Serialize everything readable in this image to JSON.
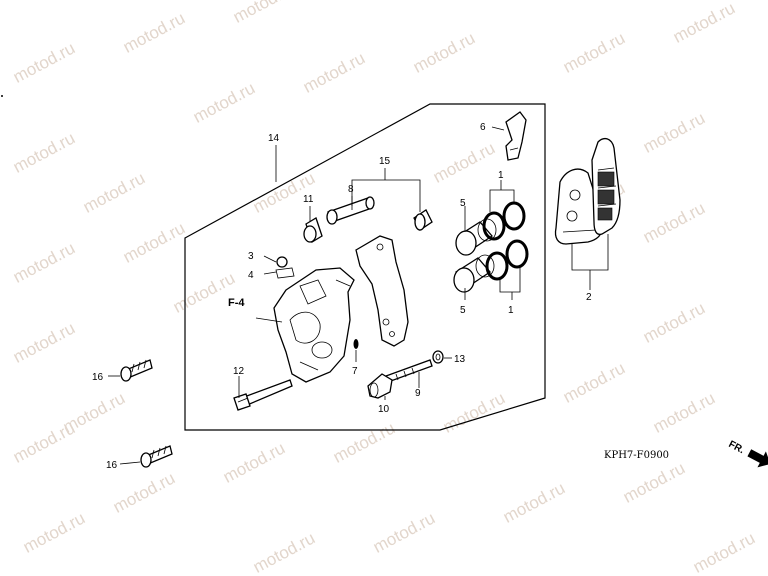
{
  "watermark": "motod.ru",
  "diagram_code": "KPH7-F0900",
  "fr_label": "FR.",
  "ref_label": "F-4",
  "callouts": {
    "n1a": "1",
    "n1b": "1",
    "n2": "2",
    "n3": "3",
    "n4": "4",
    "n5a": "5",
    "n5b": "5",
    "n6": "6",
    "n7": "7",
    "n8": "8",
    "n9": "9",
    "n10": "10",
    "n11": "11",
    "n12": "12",
    "n13": "13",
    "n14": "14",
    "n15": "15",
    "n16a": "16",
    "n16b": "16"
  },
  "colors": {
    "line": "#000000",
    "watermark": "#e2d6cc",
    "background": "#ffffff"
  }
}
